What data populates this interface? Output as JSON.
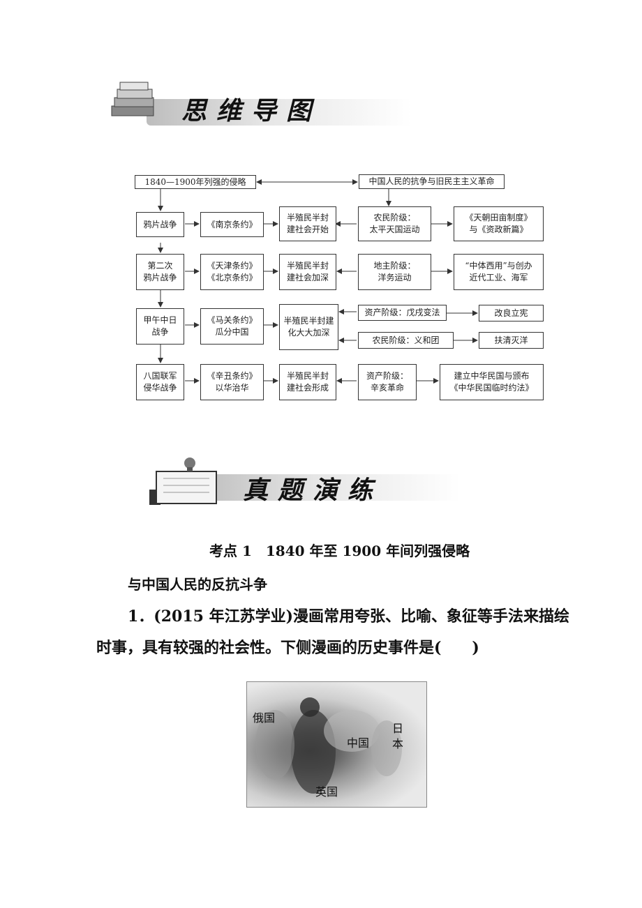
{
  "header1": {
    "title": "思维导图"
  },
  "header2": {
    "title": "真题演练"
  },
  "mindmap": {
    "top_left": "1840—1900年列强的侵略",
    "top_right": "中国人民的抗争与旧民主主义革命",
    "wars": [
      "鸦片战争",
      "第二次\n鸦片战争",
      "甲午中日\n战争",
      "八国联军\n侵华战争"
    ],
    "treaties": [
      "《南京条约》",
      "《天津条约》\n《北京条约》",
      "《马关条约》\n瓜分中国",
      "《辛丑条约》\n以华治华"
    ],
    "society": [
      "半殖民半封\n建社会开始",
      "半殖民半封\n建社会加深",
      "半殖民半封建\n化大大加深",
      "半殖民半封\n建社会形成"
    ],
    "responses": [
      "农民阶级：\n太平天国运动",
      "地主阶级：\n洋务运动",
      "资产阶级：戊戌变法",
      "农民阶级：义和团",
      "资产阶级：\n辛亥革命"
    ],
    "results": [
      "《天朝田亩制度》\n与《资政新篇》",
      "“中体西用”与创办\n近代工业、海军",
      "改良立宪",
      "扶清灭洋",
      "建立中华民国与颁布\n《中华民国临时约法》"
    ]
  },
  "section": {
    "heading_line1": "考点 1　1840 年至 1900 年间列强侵略",
    "heading_line2": "与中国人民的反抗斗争"
  },
  "question": {
    "line1": "1．(2015 年江苏学业)漫画常用夸张、比喻、象征等手法来描绘",
    "line2": "时事，具有较强的社会性。下侧漫画的历史事件是(　　)"
  },
  "cartoon_labels": {
    "russia": "俄国",
    "china": "中国",
    "japan": "日本",
    "britain": "英国"
  }
}
